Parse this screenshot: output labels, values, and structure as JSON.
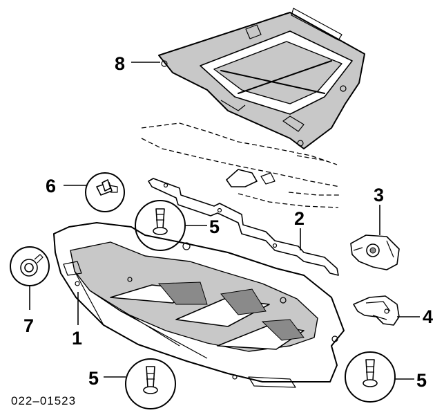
{
  "diagram_code": "022–01523",
  "callouts": {
    "c1": "1",
    "c2": "2",
    "c3": "3",
    "c4": "4",
    "c5a": "5",
    "c5b": "5",
    "c5c": "5",
    "c6": "6",
    "c7": "7",
    "c8": "8"
  }
}
